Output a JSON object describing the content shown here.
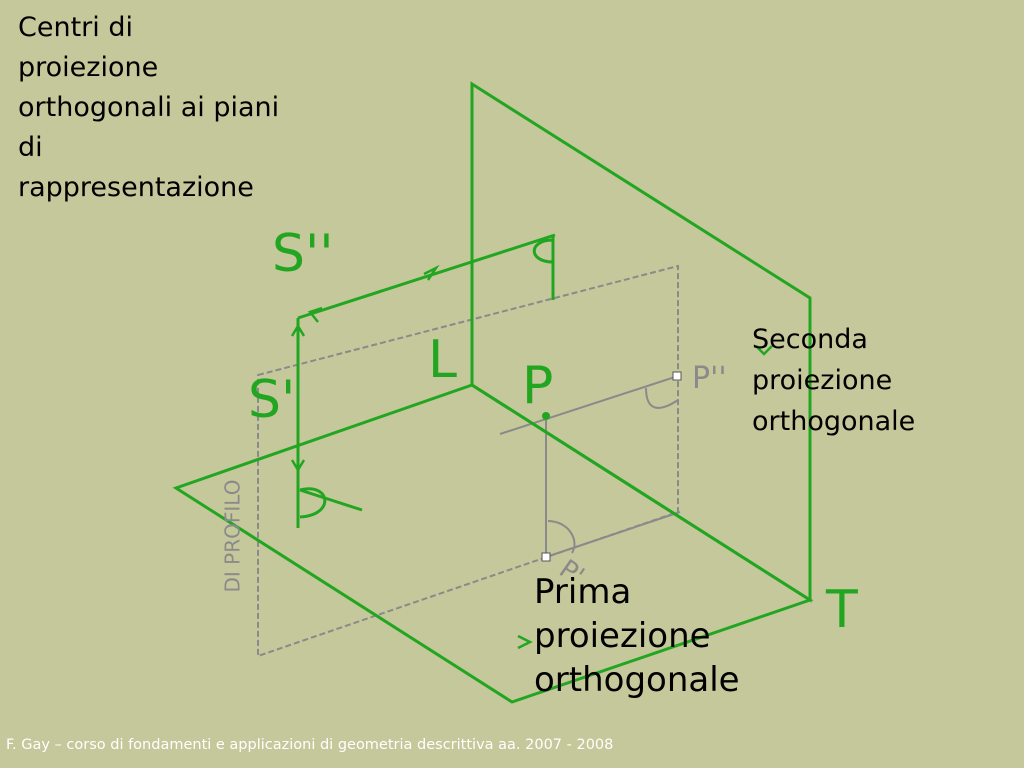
{
  "slide": {
    "title": "Centri di\nproiezione\northogonali ai piani\ndi\nrappresentazione",
    "second_projection": "Seconda\nproiezione\northogonale",
    "first_projection": "Prima\nproiezione\northogonale",
    "footer": "F. Gay – corso di fondamenti e applicazioni di geometria descrittiva aa. 2007 - 2008"
  },
  "diagram_labels": {
    "s2": "S''",
    "s1": "S'",
    "L": "L",
    "P": "P",
    "T": "T",
    "p2": "P''",
    "p1": "P'",
    "profile": "DI PROFILO"
  },
  "colors": {
    "background": "#c5c89a",
    "plane_lines": "#22a622",
    "construction_lines": "#8a8a8a",
    "footer_text": "#ffffff"
  }
}
